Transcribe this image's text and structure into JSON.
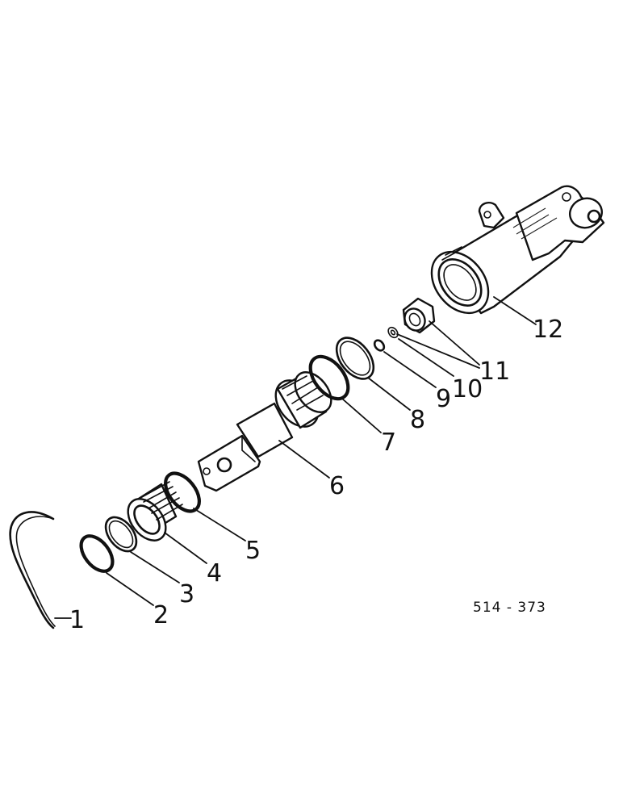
{
  "callouts": [
    "1",
    "2",
    "3",
    "4",
    "5",
    "6",
    "7",
    "8",
    "9",
    "10",
    "11",
    "12"
  ],
  "reference_code": "514 - 373"
}
